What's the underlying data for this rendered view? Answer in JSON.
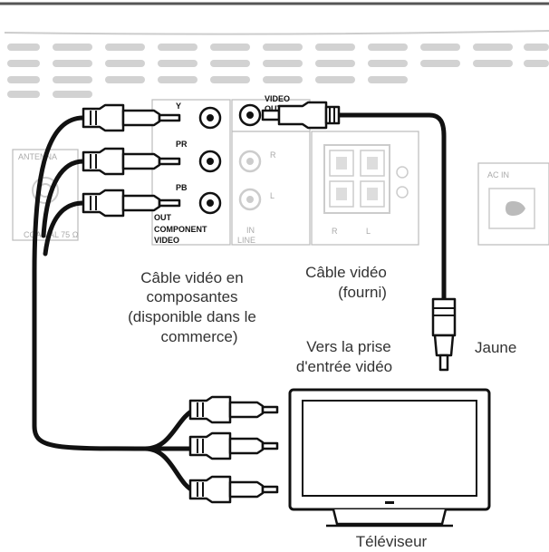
{
  "panel": {
    "antenna_label": "ANTENNA",
    "coaxial_label": "COAXIAL 75 Ω",
    "jack_y": "Y",
    "jack_pr": "PR",
    "jack_pb": "PB",
    "out_label": "OUT",
    "component_label": "COMPONENT",
    "video_label": "VIDEO",
    "video_out_label_1": "VIDEO",
    "video_out_label_2": "OUT",
    "audio_r": "R",
    "audio_l": "L",
    "in_label": "IN",
    "line_label": "LINE",
    "speaker_r": "R",
    "speaker_l": "L",
    "ac_in_label": "AC IN"
  },
  "captions": {
    "component_cable": [
      "Câble vidéo en",
      "composantes",
      "(disponible dans le",
      "commerce)"
    ],
    "video_cable": [
      "Câble vidéo",
      "(fourni)"
    ],
    "to_input": [
      "Vers la prise",
      "d'entrée vidéo"
    ],
    "yellow": "Jaune",
    "tv": "Téléviseur"
  },
  "colors": {
    "line": "#111111",
    "panel_grey": "#bbbbbb",
    "vent": "#cfcfcf"
  }
}
